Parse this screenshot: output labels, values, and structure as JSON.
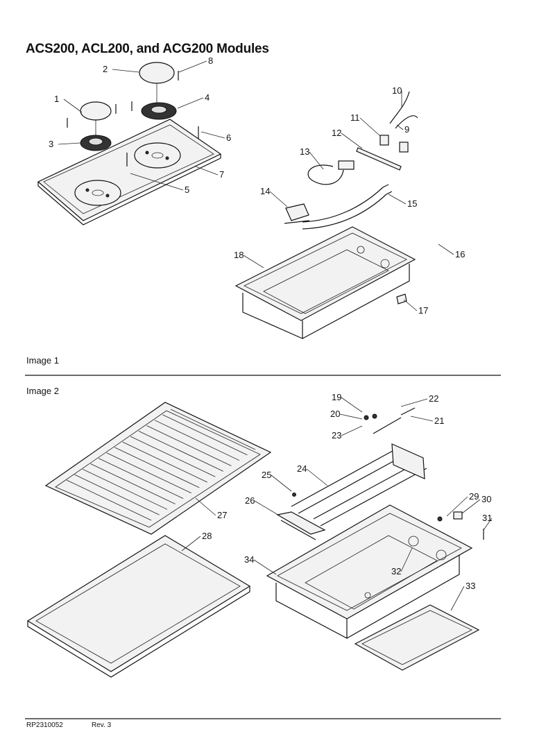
{
  "title": "ACS200, ACL200, and ACG200 Modules",
  "image1_caption": "Image 1",
  "image2_caption": "Image 2",
  "footer": {
    "doc_number": "RP2310052",
    "revision": "Rev. 3"
  },
  "callouts": [
    "1",
    "2",
    "3",
    "4",
    "5",
    "6",
    "7",
    "8",
    "9",
    "10",
    "11",
    "12",
    "13",
    "14",
    "15",
    "16",
    "17",
    "18",
    "19",
    "20",
    "21",
    "22",
    "23",
    "24",
    "25",
    "26",
    "27",
    "28",
    "29",
    "30",
    "31",
    "32",
    "33",
    "34"
  ]
}
